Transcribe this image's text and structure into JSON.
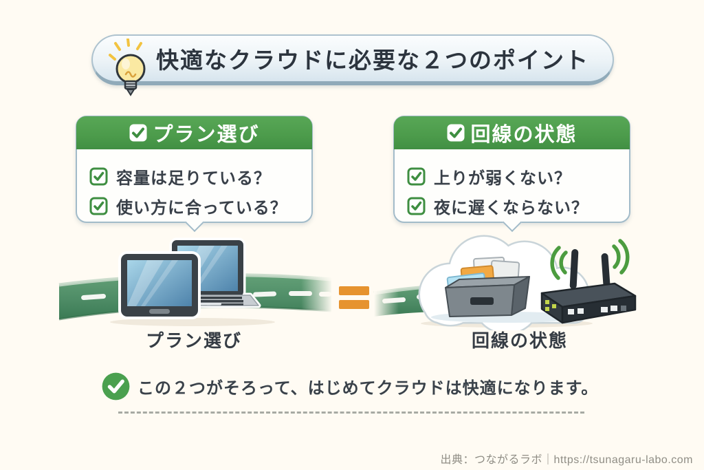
{
  "banner": {
    "icon": "lightbulb-icon",
    "title": "快適なクラウドに必要な２つのポイント"
  },
  "cards": {
    "plan": {
      "icon": "checkbox-checked-icon",
      "title": "プラン選び",
      "items": [
        "容量は足りている？",
        "使い方に合っている？"
      ]
    },
    "line": {
      "icon": "checkbox-checked-icon",
      "title": "回線の状態",
      "items": [
        "上りが弱くない？",
        "夜に遅くならない？"
      ]
    }
  },
  "scene": {
    "plan_label": "プラン選び",
    "line_label": "回線の状態",
    "icons": [
      "tablet-icon",
      "laptop-icon",
      "road-graphic",
      "equals-icon",
      "cloud-icon",
      "file-box-icon",
      "wifi-router-icon",
      "wifi-waves-icon"
    ]
  },
  "summary": {
    "icon": "check-circle-icon",
    "text": "この２つがそろって、はじめてクラウドは快適になります。"
  },
  "source": {
    "text": "出典：つながるラボ｜https://tsunagaru-labo.com"
  },
  "colors": {
    "background": "#FFFBF3",
    "header_green": "#4C9B4B",
    "check_green": "#3E8E41",
    "accent_orange": "#E6932F",
    "road_green": "#4E8C66",
    "wifi_green": "#4C9C3F",
    "text_dark": "#343C45"
  }
}
